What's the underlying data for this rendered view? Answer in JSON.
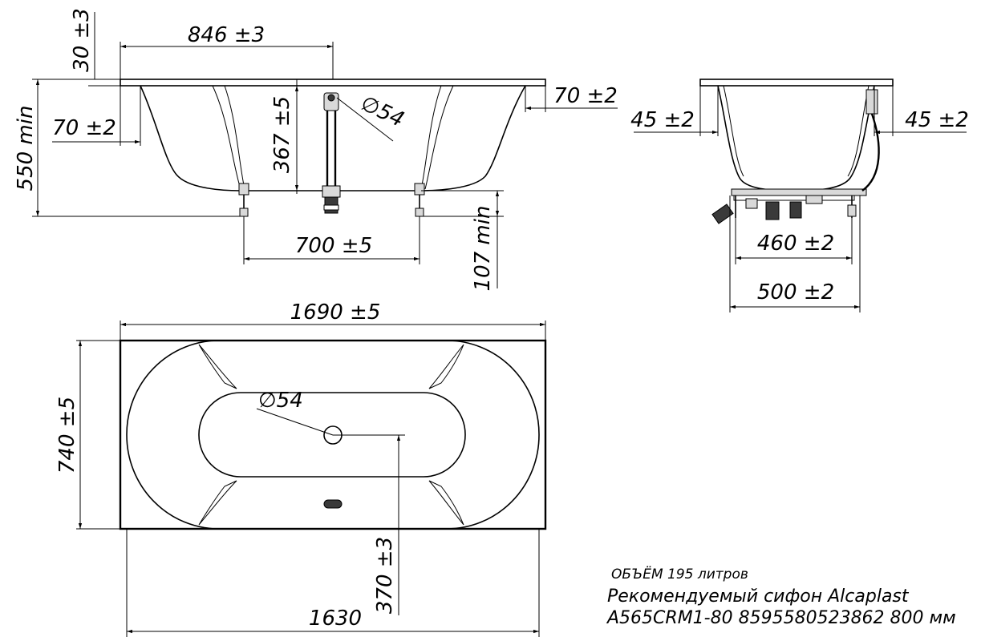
{
  "front_view": {
    "length_top": "846 ±3",
    "rim_thickness": "30 ±3",
    "total_height": "550 min",
    "offset_left": "70 ±2",
    "offset_right": "70 ±2",
    "depth": "367 ±5",
    "drain_diameter": "∅54",
    "leg_spacing": "700 ±5",
    "leg_height": "107 min"
  },
  "side_view": {
    "offset_left": "45 ±2",
    "offset_right": "45 ±2",
    "frame_width": "460 ±2",
    "leg_width": "500 ±2"
  },
  "top_view": {
    "length": "1690 ±5",
    "width": "740 ±5",
    "drain_diameter": "∅54",
    "drain_offset": "370 ±3",
    "inner_length": "1630"
  },
  "notes": {
    "volume": "ОБЪЁМ 195 литров",
    "siphon": "Рекомендуемый сифон Alcaplast",
    "article": "A565CRM1-80 8595580523862 800 мм"
  }
}
